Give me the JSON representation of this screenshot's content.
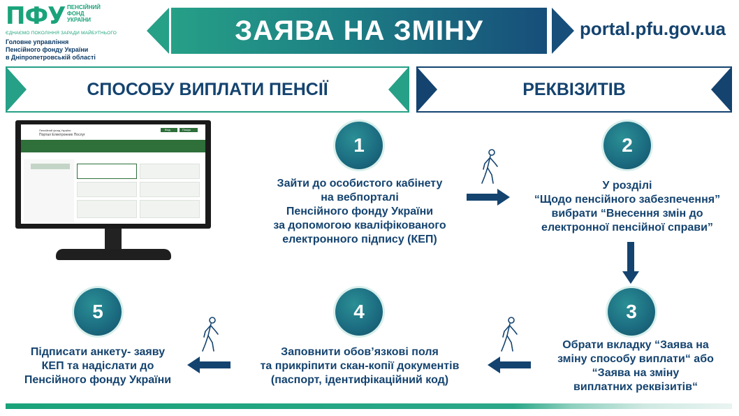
{
  "header": {
    "logo_mark": "ПФУ",
    "logo_words": [
      "ПЕНСІЙНИЙ",
      "ФОНД",
      "УКРАЇНИ"
    ],
    "logo_slogan": "ЄДНАЄМО ПОКОЛІННЯ ЗАРАДИ МАЙБУТНЬОГО",
    "org_lines": [
      "Головне управління",
      "Пенсійного фонду України",
      "в Дніпропетровській області"
    ],
    "title": "ЗАЯВА НА ЗМІНУ",
    "site": "portal.pfu.gov.ua"
  },
  "sections": {
    "left": "СПОСОБУ ВИПЛАТИ ПЕНСІЇ",
    "right": "РЕКВІЗИТІВ"
  },
  "screen": {
    "org_small": "Пенсійний фонд України",
    "portal_name": "Портал Електронних Послуг",
    "btn_login": "Вхід",
    "btn_search": "Пошук"
  },
  "steps": [
    {
      "number": "1",
      "lines": [
        "Зайти до особистого кабінету",
        "на вебпорталі",
        "Пенсійного фонду України",
        "за допомогою кваліфікованого",
        "електронного підпису (КЕП)"
      ]
    },
    {
      "number": "2",
      "lines": [
        "У розділі",
        "“Щодо пенсійного забезпечення”",
        "вибрати “Внесення змін до",
        "електронної пенсійної справи”"
      ]
    },
    {
      "number": "3",
      "lines": [
        "Обрати вкладку “Заява на",
        "зміну способу виплати“ або",
        "“Заява на зміну",
        "виплатних реквізитів“"
      ]
    },
    {
      "number": "4",
      "lines": [
        "Заповнити обов’язкові поля",
        "та прикріпити скан-копії документів",
        "(паспорт, ідентифікаційний код)"
      ]
    },
    {
      "number": "5",
      "lines": [
        "Підписати анкету- заяву",
        "КЕП та надіслати до",
        "Пенсійного фонду України"
      ]
    }
  ],
  "colors": {
    "navy": "#14436f",
    "teal": "#26a087",
    "green": "#1aa37a"
  }
}
